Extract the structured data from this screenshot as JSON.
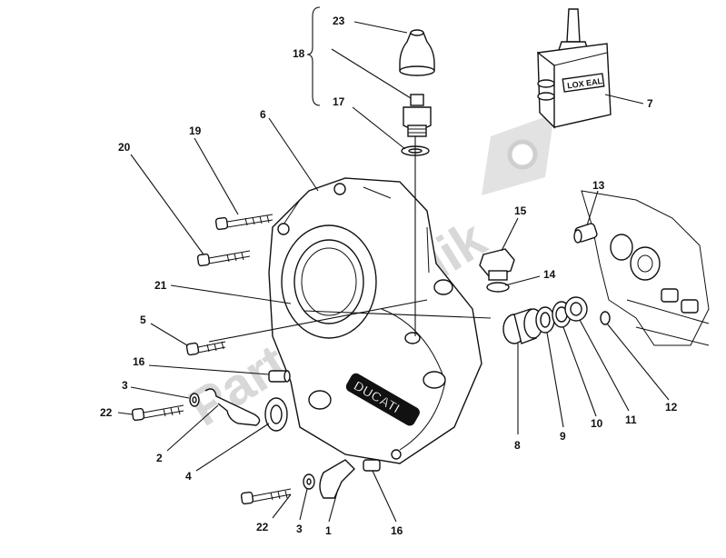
{
  "watermark": {
    "text": "Partsrepublik"
  },
  "product": {
    "brand_label": "LOX EAL"
  },
  "cover": {
    "logo_text": "DUCATI"
  },
  "callouts": [
    {
      "id": "c23a",
      "text": "23"
    },
    {
      "id": "c18",
      "text": "18"
    },
    {
      "id": "c17",
      "text": "17"
    },
    {
      "id": "c7",
      "text": "7"
    },
    {
      "id": "c6",
      "text": "6"
    },
    {
      "id": "c19",
      "text": "19"
    },
    {
      "id": "c20",
      "text": "20"
    },
    {
      "id": "c13",
      "text": "13"
    },
    {
      "id": "c15",
      "text": "15"
    },
    {
      "id": "c14",
      "text": "14"
    },
    {
      "id": "c21",
      "text": "21"
    },
    {
      "id": "c5",
      "text": "5"
    },
    {
      "id": "c16a",
      "text": "16"
    },
    {
      "id": "c3a",
      "text": "3"
    },
    {
      "id": "c22a",
      "text": "22"
    },
    {
      "id": "c2",
      "text": "2"
    },
    {
      "id": "c4",
      "text": "4"
    },
    {
      "id": "c22b",
      "text": "22"
    },
    {
      "id": "c3b",
      "text": "3"
    },
    {
      "id": "c1",
      "text": "1"
    },
    {
      "id": "c16b",
      "text": "16"
    },
    {
      "id": "c8",
      "text": "8"
    },
    {
      "id": "c9",
      "text": "9"
    },
    {
      "id": "c10",
      "text": "10"
    },
    {
      "id": "c11",
      "text": "11"
    },
    {
      "id": "c12",
      "text": "12"
    }
  ]
}
